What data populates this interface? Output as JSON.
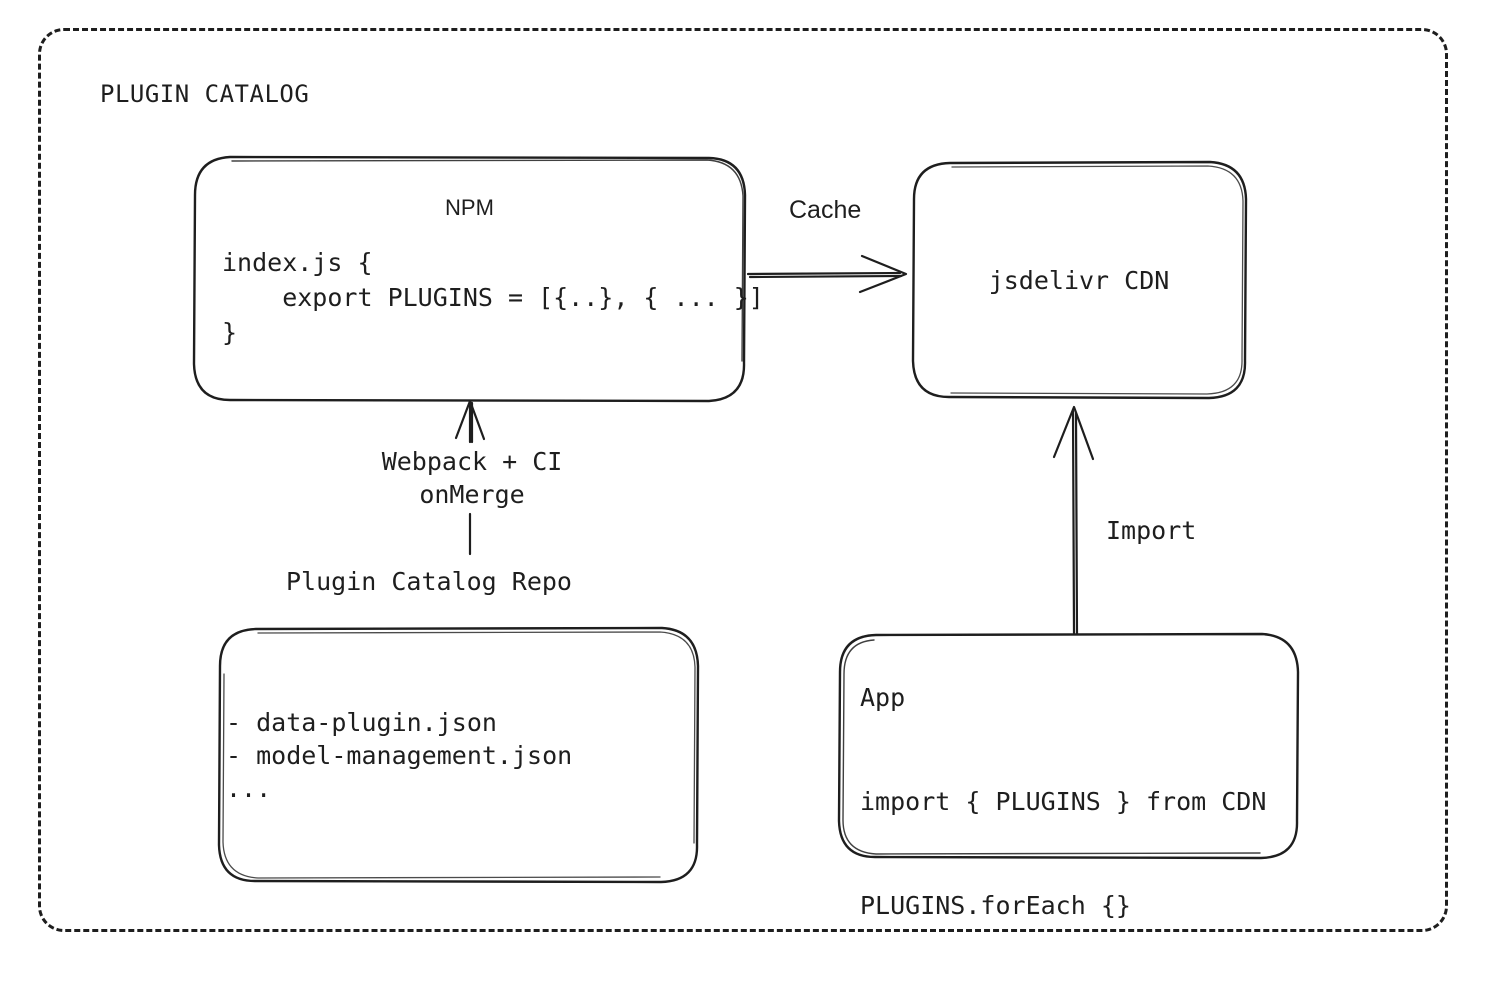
{
  "group": {
    "title": "PLUGIN CATALOG"
  },
  "nodes": {
    "npm": {
      "title": "NPM",
      "code": "index.js {\n    export PLUGINS = [{..}, { ... }]\n}"
    },
    "cdn": {
      "label": "jsdelivr CDN"
    },
    "repo": {
      "caption": "Plugin Catalog Repo",
      "code": "- data-plugin.json\n- model-management.json\n..."
    },
    "app": {
      "code": "App\n\nimport { PLUGINS } from CDN\n\nPLUGINS.forEach {}"
    }
  },
  "edges": {
    "cache": {
      "label": "Cache"
    },
    "import": {
      "label": "Import"
    },
    "build": {
      "label": "Webpack + CI\nonMerge",
      "line1": "Webpack + CI",
      "line2": "onMerge"
    }
  },
  "colors": {
    "stroke": "#1e1e1e",
    "background": "#ffffff"
  }
}
